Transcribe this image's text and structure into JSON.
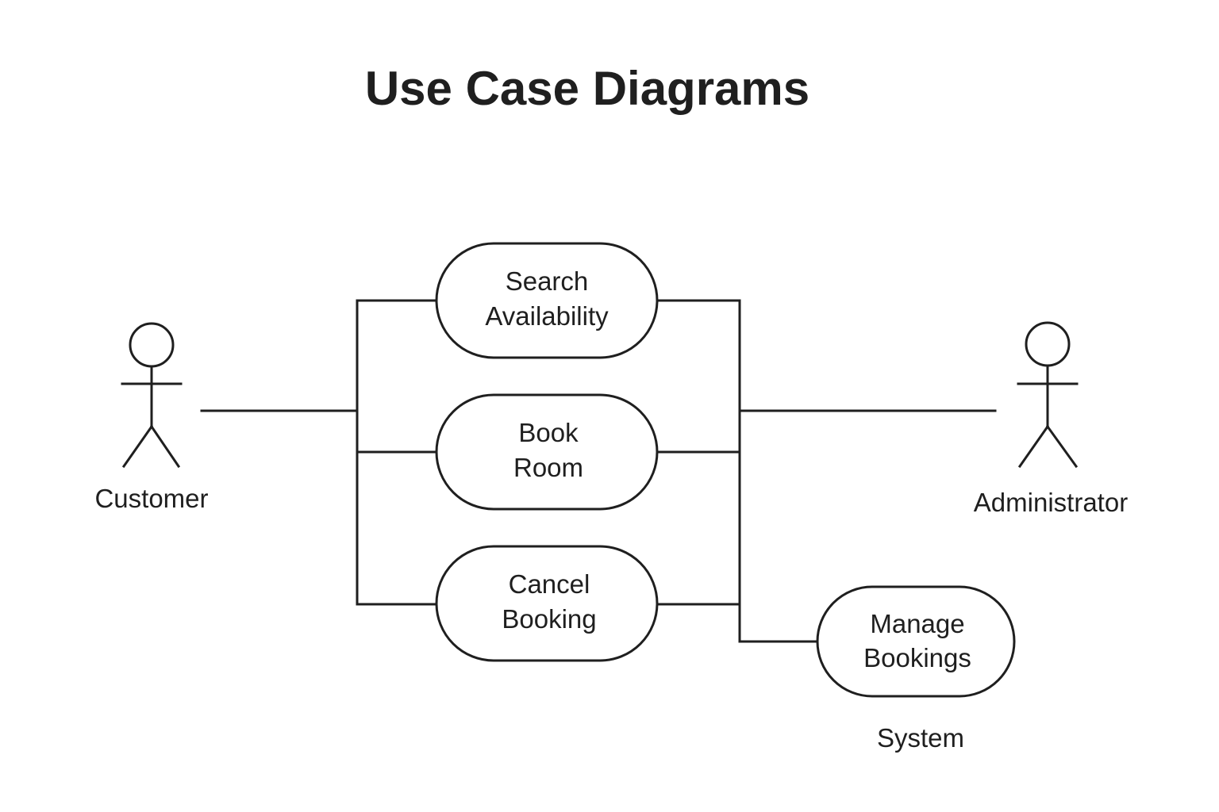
{
  "title": "Use Case Diagrams",
  "actors": {
    "customer": "Customer",
    "administrator": "Administrator"
  },
  "use_cases": {
    "search_availability": [
      "Search",
      "Availability"
    ],
    "book_room": [
      "Book",
      "Room"
    ],
    "cancel_booking": [
      "Cancel",
      "Booking"
    ],
    "manage_bookings": [
      "Manage",
      "Bookings"
    ]
  },
  "system_label": "System"
}
